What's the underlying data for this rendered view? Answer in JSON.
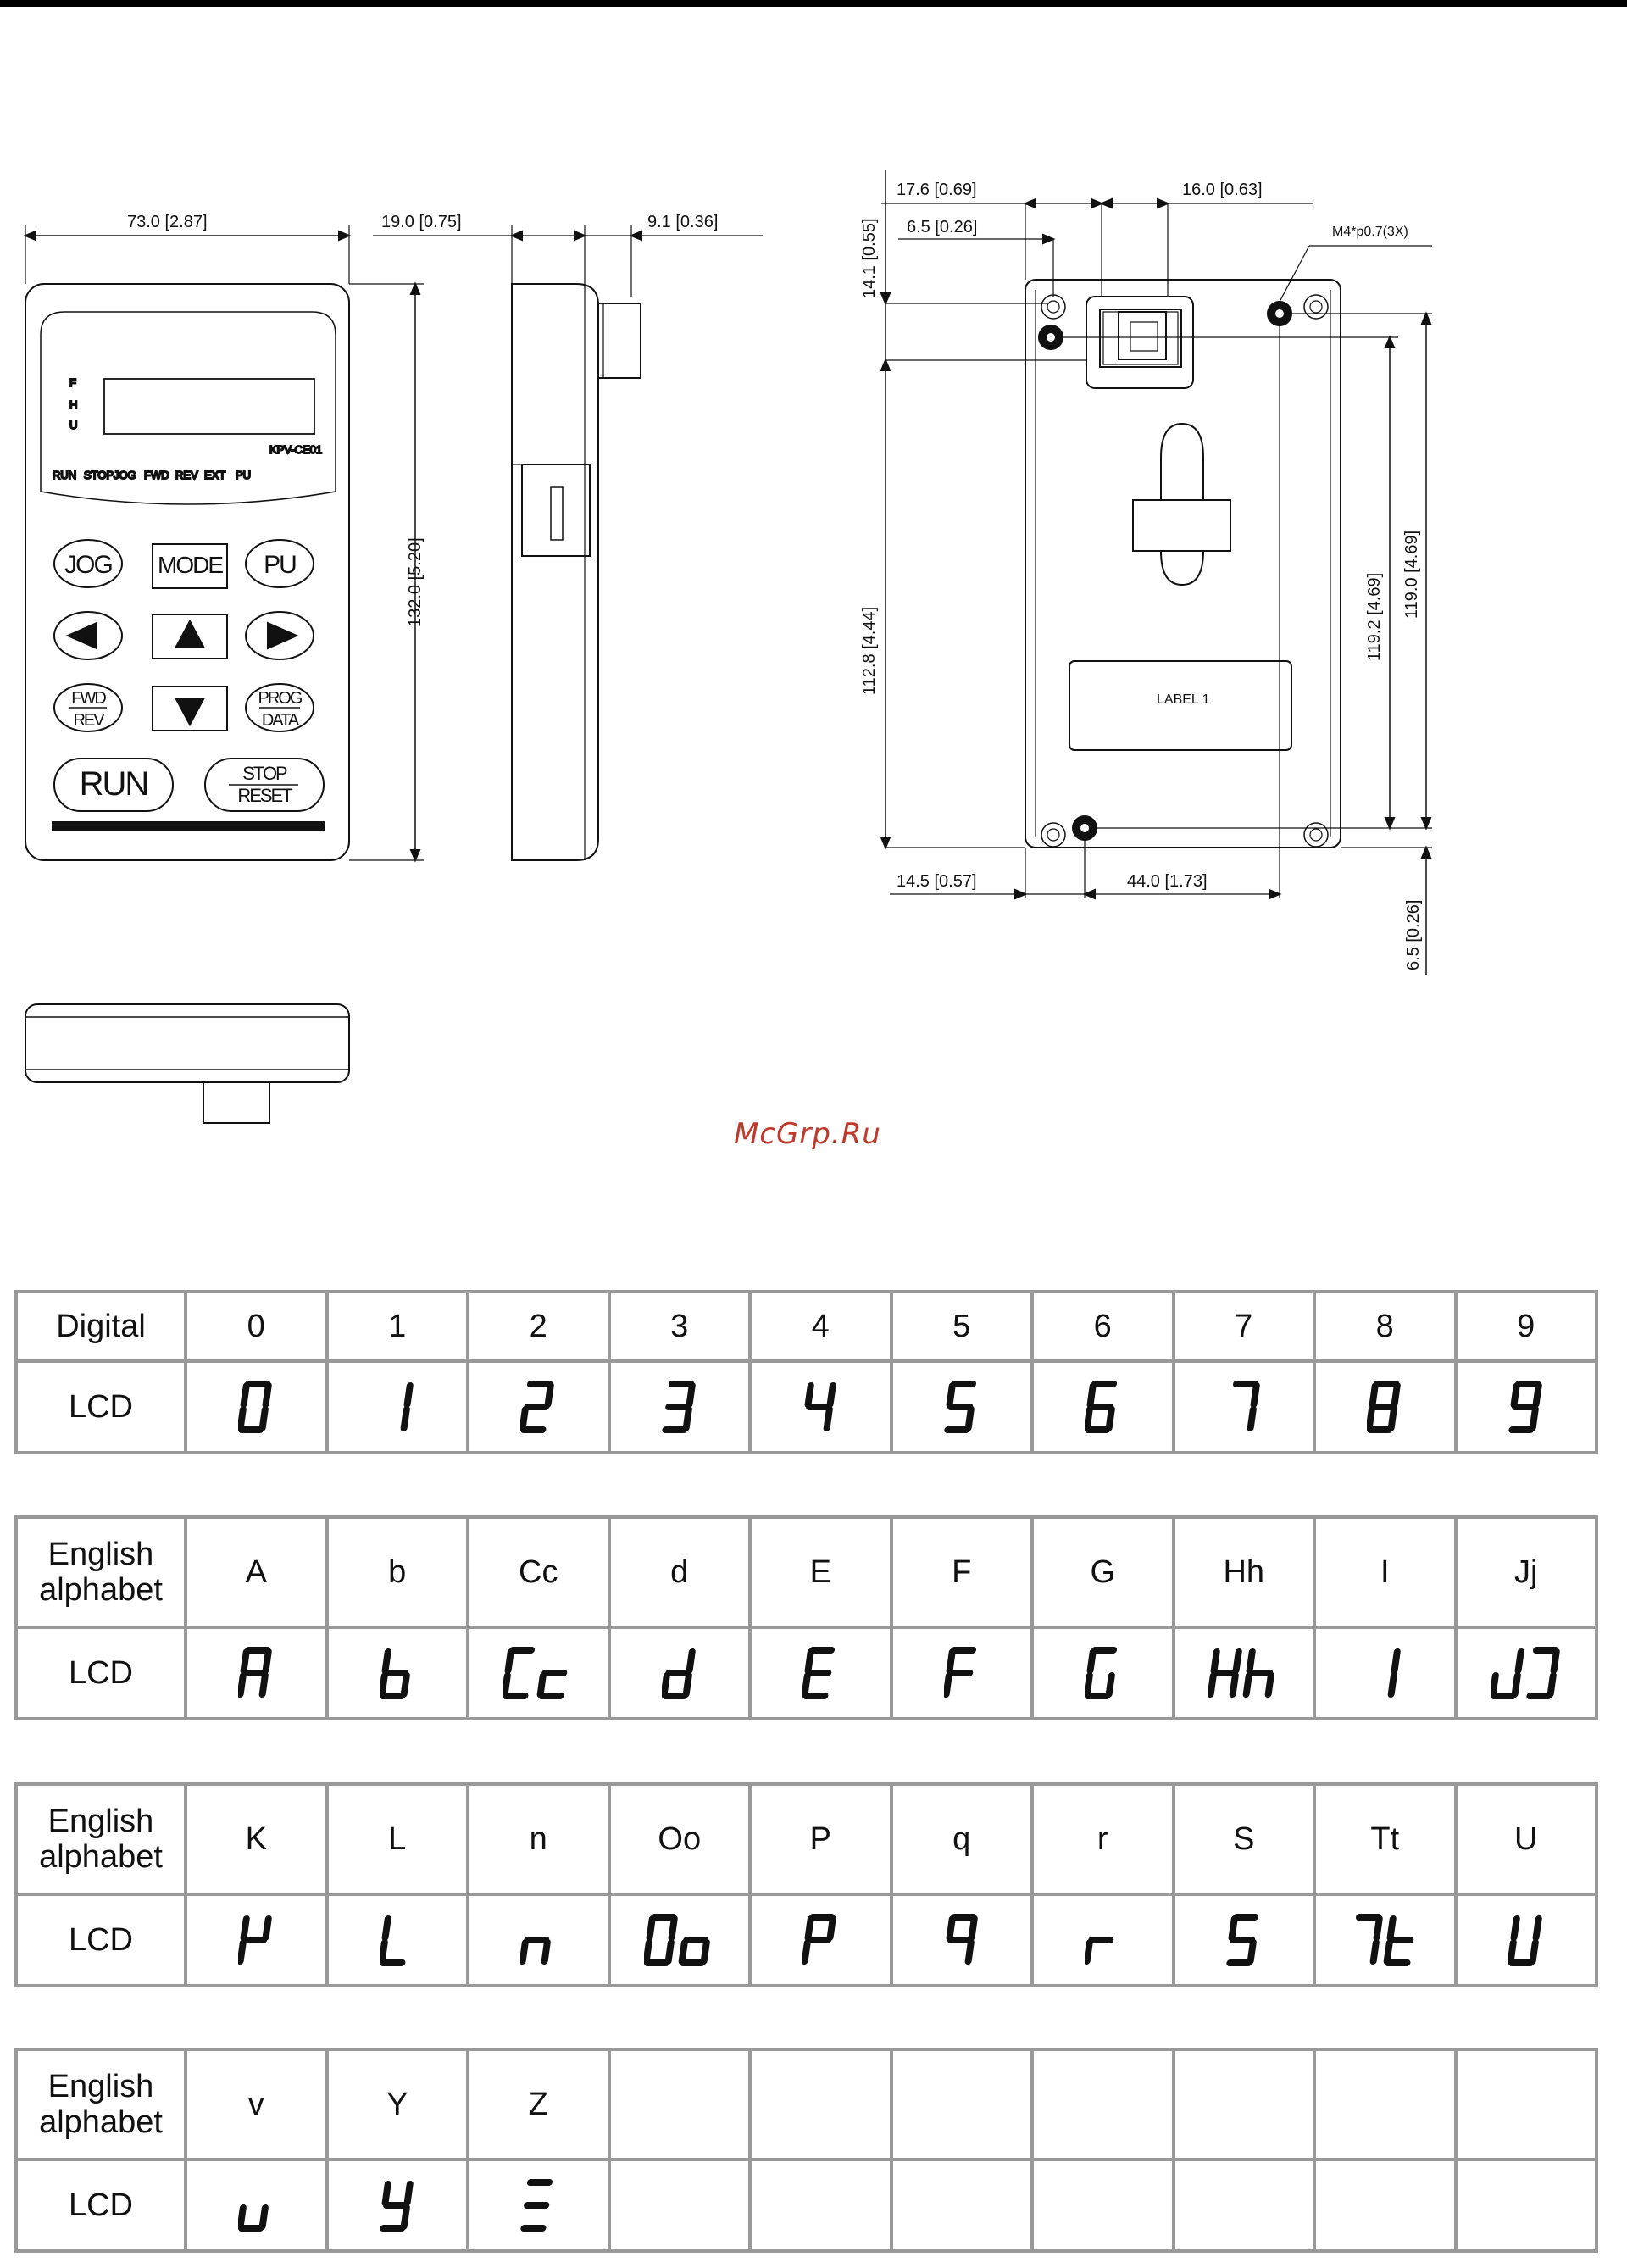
{
  "keypad": {
    "model": "KPV-CE01",
    "units": [
      "F",
      "H",
      "U"
    ],
    "indicators": [
      "RUN",
      "STOP",
      "JOG",
      "FWD",
      "REV",
      "EXT",
      "PU"
    ],
    "keys": {
      "jog": "JOG",
      "mode": "MODE",
      "pu": "PU",
      "fwd": "FWD",
      "rev": "REV",
      "prog": "PROG",
      "data": "DATA",
      "run": "RUN",
      "stop": "STOP",
      "reset": "RESET"
    }
  },
  "dimensions": {
    "front_width": "73.0 [2.87]",
    "front_height": "132.0 [5.20]",
    "side_depth": "19.0 [0.75]",
    "side_connector": "9.1 [0.36]",
    "back_top_offset_a": "17.6 [0.69]",
    "back_top_offset_b": "6.5 [0.26]",
    "back_top_spacing": "16.0 [0.63]",
    "back_screw_spec": "M4*p0.7(3X)",
    "back_top_margin": "14.1 [0.55]",
    "back_height_left": "112.8 [4.44]",
    "back_height_right_a": "119.2 [4.69]",
    "back_height_right_b": "119.0 [4.69]",
    "back_bottom_left": "14.5 [0.57]",
    "back_bottom_spacing": "44.0 [1.73]",
    "back_bottom_margin": "6.5 [0.26]",
    "back_label": "LABEL 1"
  },
  "watermark": "McGrp.Ru",
  "tables": [
    {
      "header": "Digital",
      "row_label": "LCD",
      "chars": [
        "0",
        "1",
        "2",
        "3",
        "4",
        "5",
        "6",
        "7",
        "8",
        "9"
      ],
      "glyphs": [
        [
          [
            "a",
            "b",
            "c",
            "d",
            "e",
            "f"
          ]
        ],
        [
          [
            "b",
            "c"
          ]
        ],
        [
          [
            "a",
            "b",
            "g",
            "e",
            "d"
          ]
        ],
        [
          [
            "a",
            "b",
            "g",
            "c",
            "d"
          ]
        ],
        [
          [
            "f",
            "g",
            "b",
            "c"
          ]
        ],
        [
          [
            "a",
            "f",
            "g",
            "c",
            "d"
          ]
        ],
        [
          [
            "a",
            "f",
            "g",
            "e",
            "c",
            "d"
          ]
        ],
        [
          [
            "a",
            "b",
            "c"
          ]
        ],
        [
          [
            "a",
            "b",
            "c",
            "d",
            "e",
            "f",
            "g"
          ]
        ],
        [
          [
            "a",
            "b",
            "c",
            "d",
            "f",
            "g"
          ]
        ]
      ]
    },
    {
      "header": [
        "English",
        "alphabet"
      ],
      "row_label": "LCD",
      "chars": [
        "A",
        "b",
        "Cc",
        "d",
        "E",
        "F",
        "G",
        "Hh",
        "I",
        "Jj"
      ],
      "glyphs": [
        [
          [
            "a",
            "b",
            "c",
            "e",
            "f",
            "g"
          ]
        ],
        [
          [
            "f",
            "g",
            "e",
            "c",
            "d"
          ]
        ],
        [
          [
            "a",
            "f",
            "e",
            "d"
          ],
          [
            "g",
            "e",
            "d"
          ]
        ],
        [
          [
            "b",
            "g",
            "e",
            "c",
            "d"
          ]
        ],
        [
          [
            "a",
            "f",
            "g",
            "e",
            "d"
          ]
        ],
        [
          [
            "a",
            "f",
            "g",
            "e"
          ]
        ],
        [
          [
            "a",
            "f",
            "e",
            "d",
            "c"
          ]
        ],
        [
          [
            "f",
            "b",
            "g",
            "e",
            "c"
          ],
          [
            "f",
            "g",
            "e",
            "c"
          ]
        ],
        [
          [
            "b",
            "c"
          ]
        ],
        [
          [
            "b",
            "c",
            "d",
            "e"
          ],
          [
            "a",
            "b",
            "c",
            "d"
          ]
        ]
      ]
    },
    {
      "header": [
        "English",
        "alphabet"
      ],
      "row_label": "LCD",
      "chars": [
        "K",
        "L",
        "n",
        "Oo",
        "P",
        "q",
        "r",
        "S",
        "Tt",
        "U"
      ],
      "glyphs": [
        [
          [
            "f",
            "b",
            "g",
            "e"
          ]
        ],
        [
          [
            "f",
            "e",
            "d"
          ]
        ],
        [
          [
            "g",
            "e",
            "c"
          ]
        ],
        [
          [
            "a",
            "b",
            "c",
            "d",
            "e",
            "f"
          ],
          [
            "g",
            "c",
            "d",
            "e"
          ]
        ],
        [
          [
            "a",
            "b",
            "f",
            "g",
            "e"
          ]
        ],
        [
          [
            "a",
            "b",
            "f",
            "g",
            "c"
          ]
        ],
        [
          [
            "g",
            "e"
          ]
        ],
        [
          [
            "a",
            "f",
            "g",
            "c",
            "d"
          ]
        ],
        [
          [
            "a",
            "b",
            "c"
          ],
          [
            "f",
            "g",
            "e",
            "d"
          ]
        ],
        [
          [
            "f",
            "b",
            "e",
            "c",
            "d"
          ]
        ]
      ]
    },
    {
      "header": [
        "English",
        "alphabet"
      ],
      "row_label": "LCD",
      "chars": [
        "v",
        "Y",
        "Z",
        "",
        "",
        "",
        "",
        "",
        "",
        ""
      ],
      "glyphs": [
        [
          [
            "e",
            "c",
            "d"
          ]
        ],
        [
          [
            "f",
            "b",
            "g",
            "c",
            "d"
          ]
        ],
        [
          [
            "a",
            "g",
            "d"
          ]
        ],
        [],
        [],
        [],
        [],
        [],
        [],
        []
      ]
    }
  ]
}
